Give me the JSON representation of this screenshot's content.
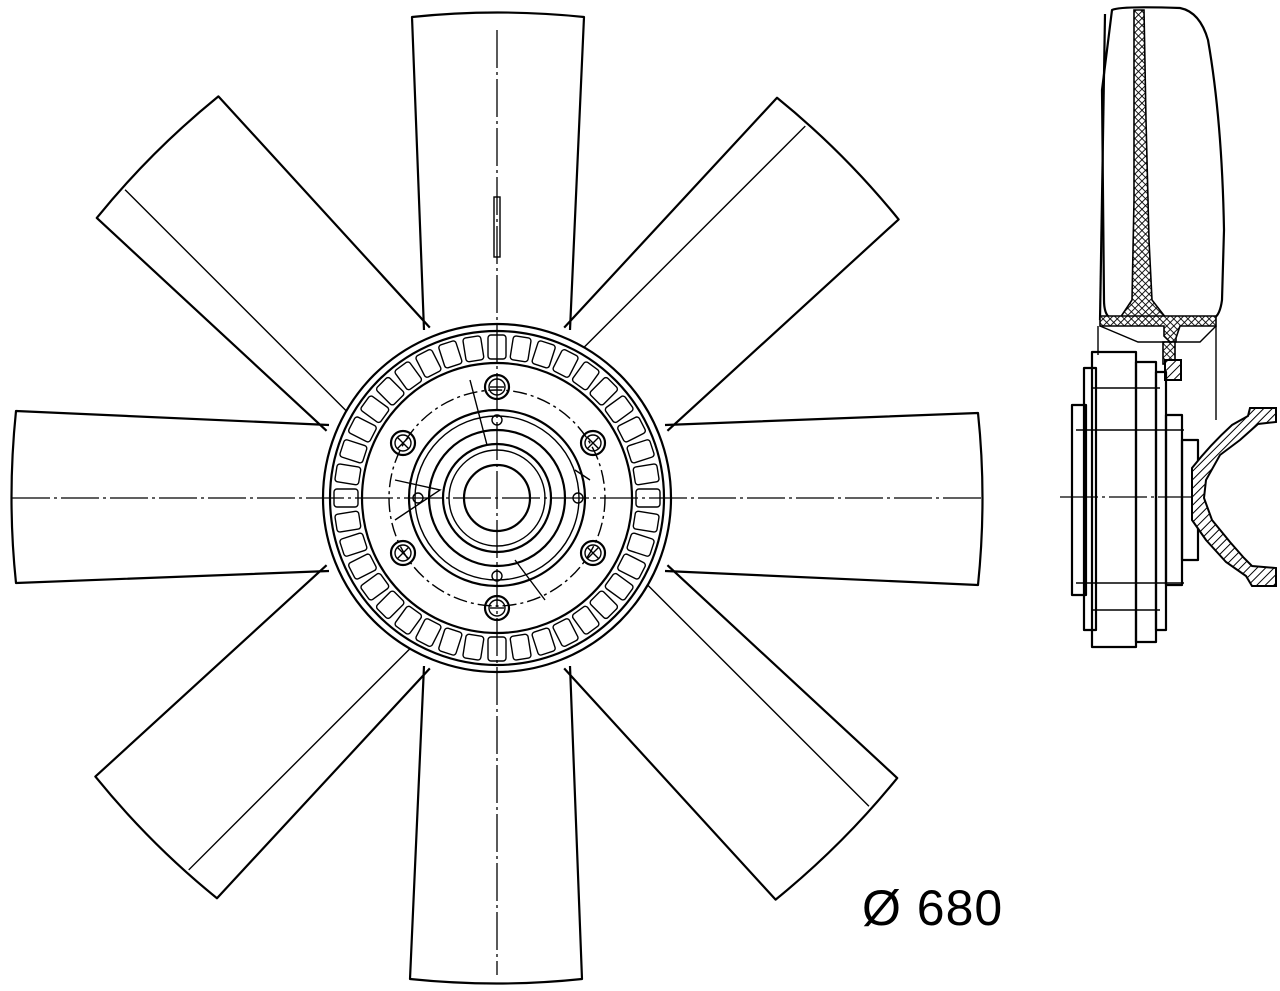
{
  "drawing": {
    "views": [
      "front-view",
      "side-section-view"
    ],
    "diameter_label": "Ø 680",
    "colors": {
      "line": "#000000",
      "background": "#ffffff"
    }
  }
}
